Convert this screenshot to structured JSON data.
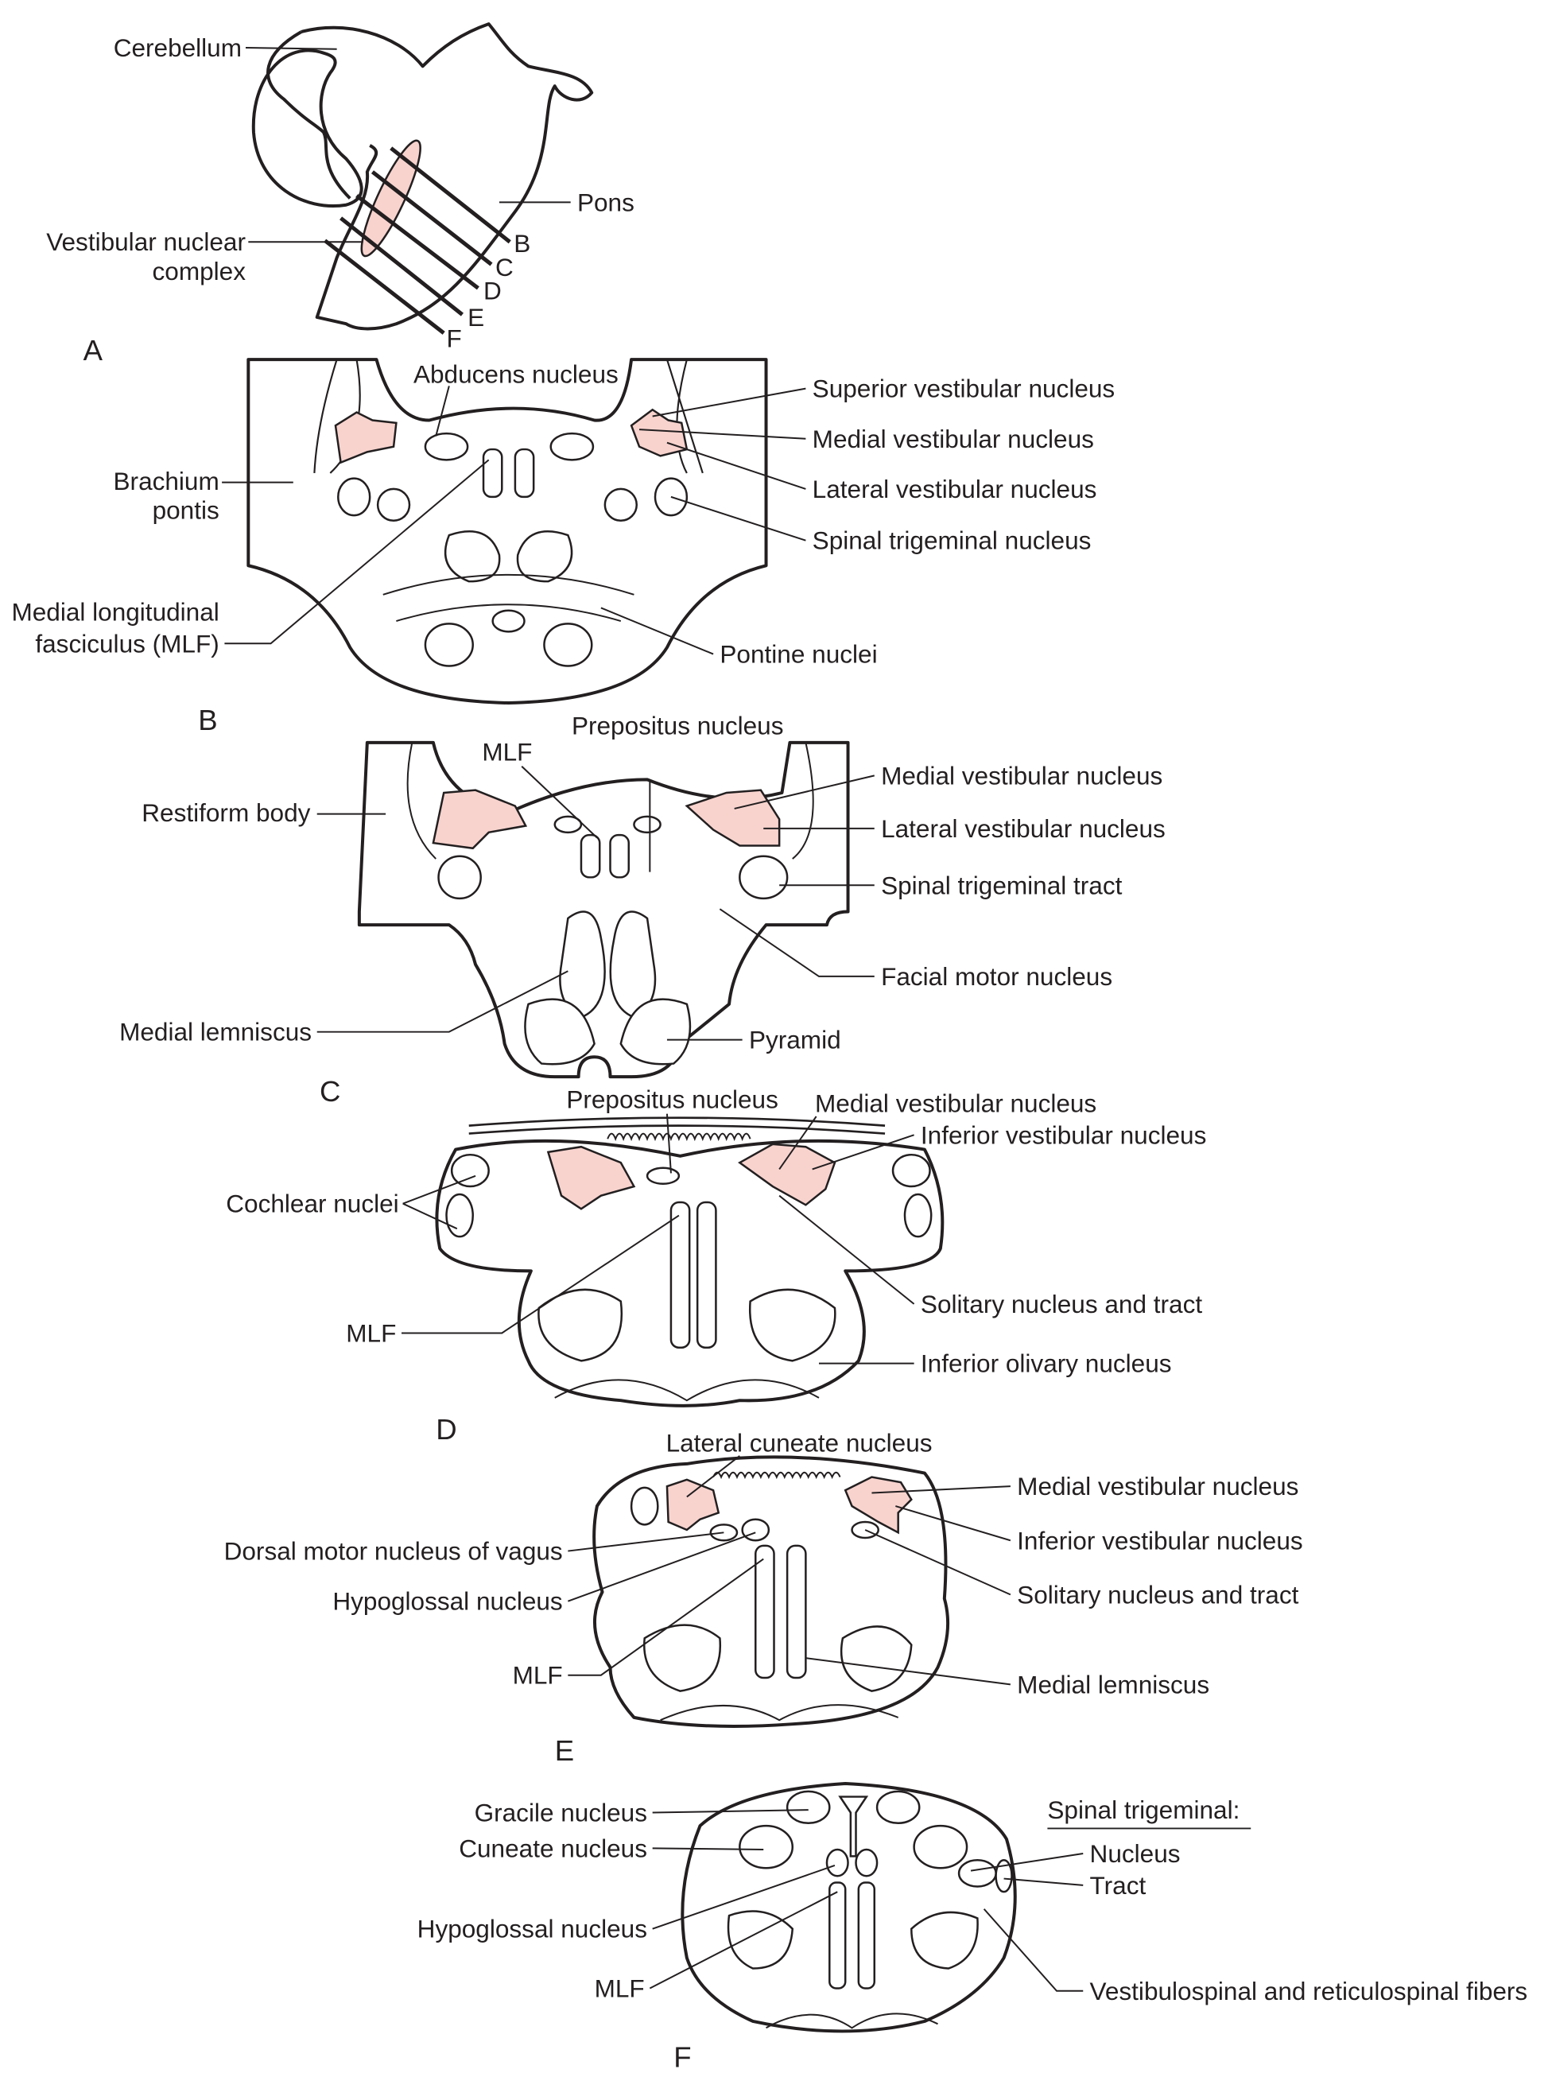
{
  "colors": {
    "vestibular_fill": "#f8d3ce",
    "ink": "#231f20"
  },
  "panelA": {
    "letter": "A",
    "cerebellum": "Cerebellum",
    "pons": "Pons",
    "vnc1": "Vestibular nuclear",
    "vnc2": "complex",
    "cuts": [
      "B",
      "C",
      "D",
      "E",
      "F"
    ]
  },
  "panelB": {
    "letter": "B",
    "abducens": "Abducens nucleus",
    "superior": "Superior vestibular nucleus",
    "medial": "Medial vestibular nucleus",
    "lateral": "Lateral vestibular nucleus",
    "spinal_trig": "Spinal trigeminal nucleus",
    "brachium1": "Brachium",
    "brachium2": "pontis",
    "mlf1": "Medial longitudinal",
    "mlf2": "fasciculus (MLF)",
    "pontine": "Pontine nuclei"
  },
  "panelC": {
    "letter": "C",
    "prepositus": "Prepositus nucleus",
    "mlf": "MLF",
    "restiform": "Restiform body",
    "medial": "Medial vestibular nucleus",
    "lateral": "Lateral vestibular nucleus",
    "spinal_trig_tract": "Spinal trigeminal tract",
    "facial": "Facial motor nucleus",
    "lemniscus": "Medial lemniscus",
    "pyramid": "Pyramid"
  },
  "panelD": {
    "letter": "D",
    "prepositus": "Prepositus nucleus",
    "medial": "Medial vestibular nucleus",
    "inferior": "Inferior vestibular nucleus",
    "cochlear": "Cochlear nuclei",
    "mlf": "MLF",
    "solitary": "Solitary nucleus and tract",
    "olivary": "Inferior olivary nucleus"
  },
  "panelE": {
    "letter": "E",
    "lat_cuneate": "Lateral cuneate nucleus",
    "medial": "Medial vestibular nucleus",
    "inferior": "Inferior vestibular nucleus",
    "solitary": "Solitary nucleus and tract",
    "lemniscus": "Medial lemniscus",
    "vagus": "Dorsal motor nucleus of vagus",
    "hypoglossal": "Hypoglossal nucleus",
    "mlf": "MLF"
  },
  "panelF": {
    "letter": "F",
    "gracile": "Gracile nucleus",
    "cuneate": "Cuneate nucleus",
    "hypoglossal": "Hypoglossal nucleus",
    "mlf": "MLF",
    "spinal_trig": "Spinal trigeminal:",
    "nucleus": "Nucleus",
    "tract": "Tract",
    "vestibulospinal": "Vestibulospinal and reticulospinal fibers"
  }
}
